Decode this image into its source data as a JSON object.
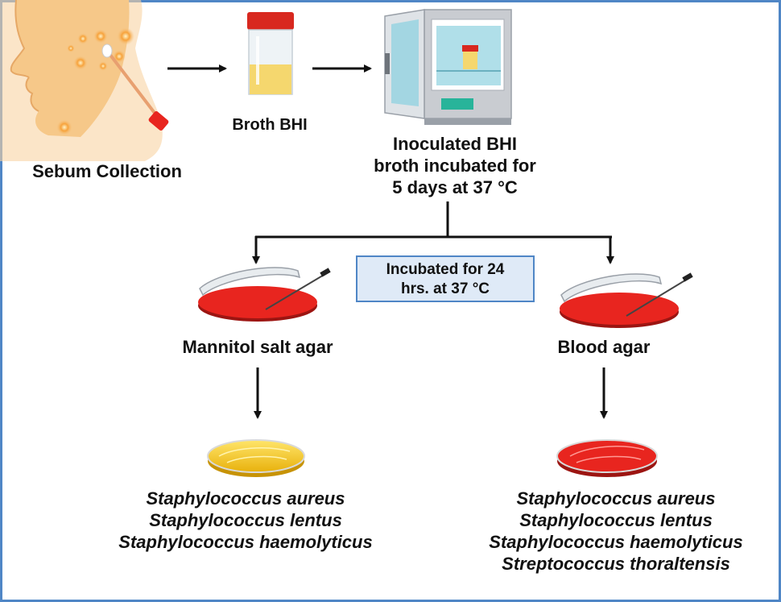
{
  "steps": {
    "sebum": "Sebum Collection",
    "broth": "Broth BHI",
    "incubated_line1": "Inoculated BHI",
    "incubated_line2": "broth incubated for",
    "incubated_line3": "5 days at 37 °C"
  },
  "incubation_box": {
    "line1": "Incubated for 24",
    "line2": "hrs. at 37 °C"
  },
  "media": {
    "left": "Mannitol salt agar",
    "right": "Blood agar"
  },
  "results": {
    "left": [
      "Staphylococcus aureus",
      "Staphylococcus lentus",
      "Staphylococcus haemolyticus"
    ],
    "right": [
      "Staphylococcus aureus",
      "Staphylococcus lentus",
      "Staphylococcus haemolyticus",
      "Streptococcus thoraltensis"
    ]
  },
  "colors": {
    "frame": "#4f86c6",
    "agar_red": "#e8251f",
    "mannitol_yellow": "#f2c21b",
    "skin": "#f6c889"
  }
}
